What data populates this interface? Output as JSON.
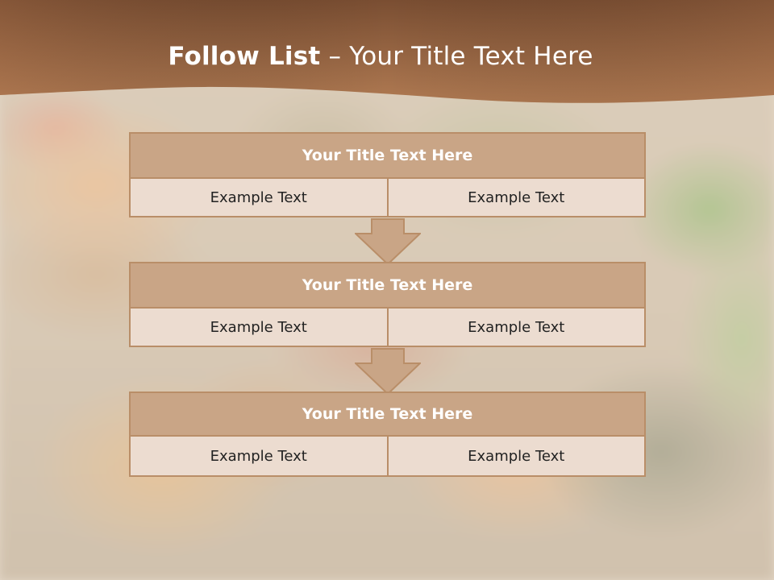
{
  "slide": {
    "title_bold": "Follow List",
    "title_rest": "– Your Title Text Here"
  },
  "steps": [
    {
      "title": "Your Title Text Here",
      "left": "Example Text",
      "right": "Example Text"
    },
    {
      "title": "Your Title Text Here",
      "left": "Example Text",
      "right": "Example Text"
    },
    {
      "title": "Your Title Text Here",
      "left": "Example Text",
      "right": "Example Text"
    }
  ],
  "colors": {
    "header_brown": "#8a5a3a",
    "block_head": "#c9a586",
    "block_border": "#b98e68",
    "cell_fill": "#ecdcd0",
    "arrow_fill": "#c9a586"
  },
  "icons": {
    "flow_arrow": "down-arrow-icon"
  }
}
